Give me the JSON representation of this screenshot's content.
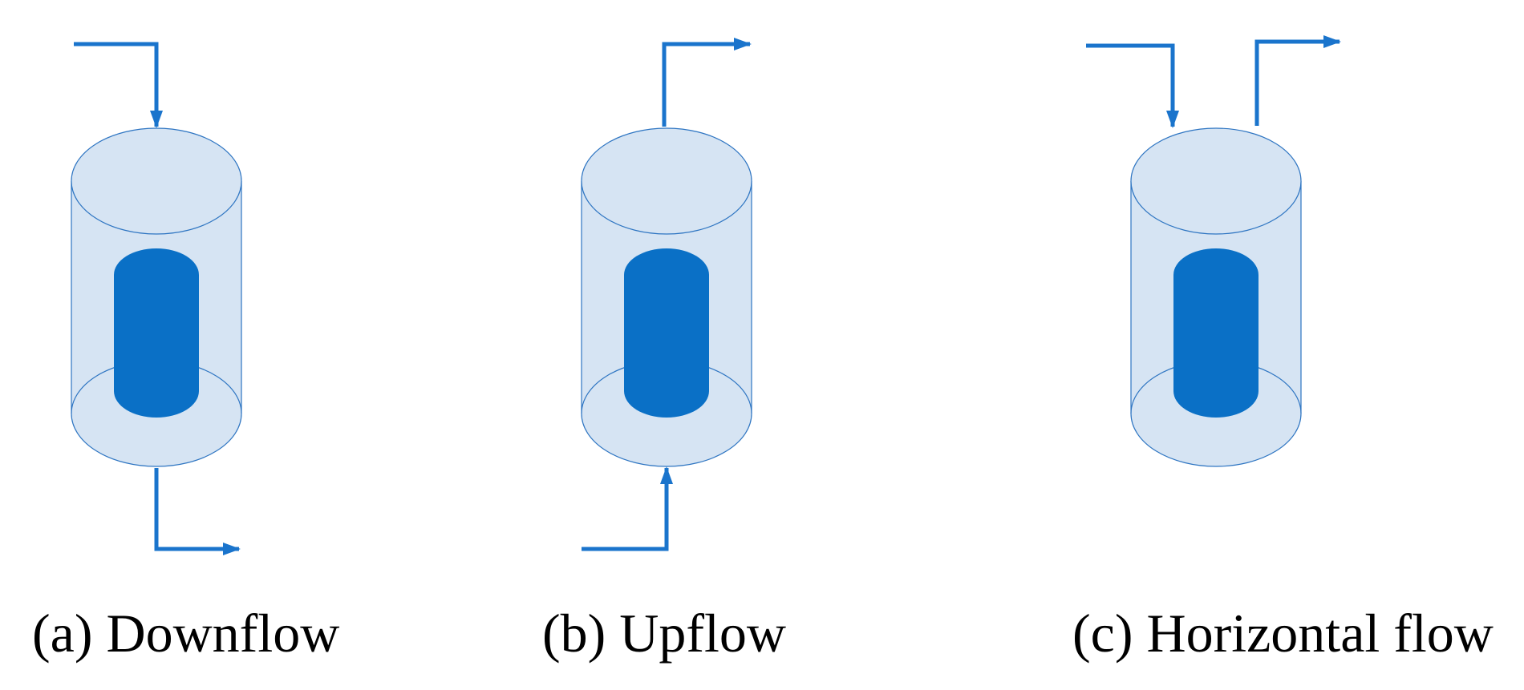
{
  "colors": {
    "vessel_fill": "#d6e4f3",
    "vessel_stroke": "#2e75c2",
    "core_fill": "#0a70c6",
    "arrow": "#1a74cc"
  },
  "panels": [
    {
      "id": "a",
      "caption": "(a) Downflow",
      "flow": "downflow"
    },
    {
      "id": "b",
      "caption": "(b) Upflow",
      "flow": "upflow"
    },
    {
      "id": "c",
      "caption": "(c) Horizontal flow",
      "flow": "horizontal"
    }
  ]
}
